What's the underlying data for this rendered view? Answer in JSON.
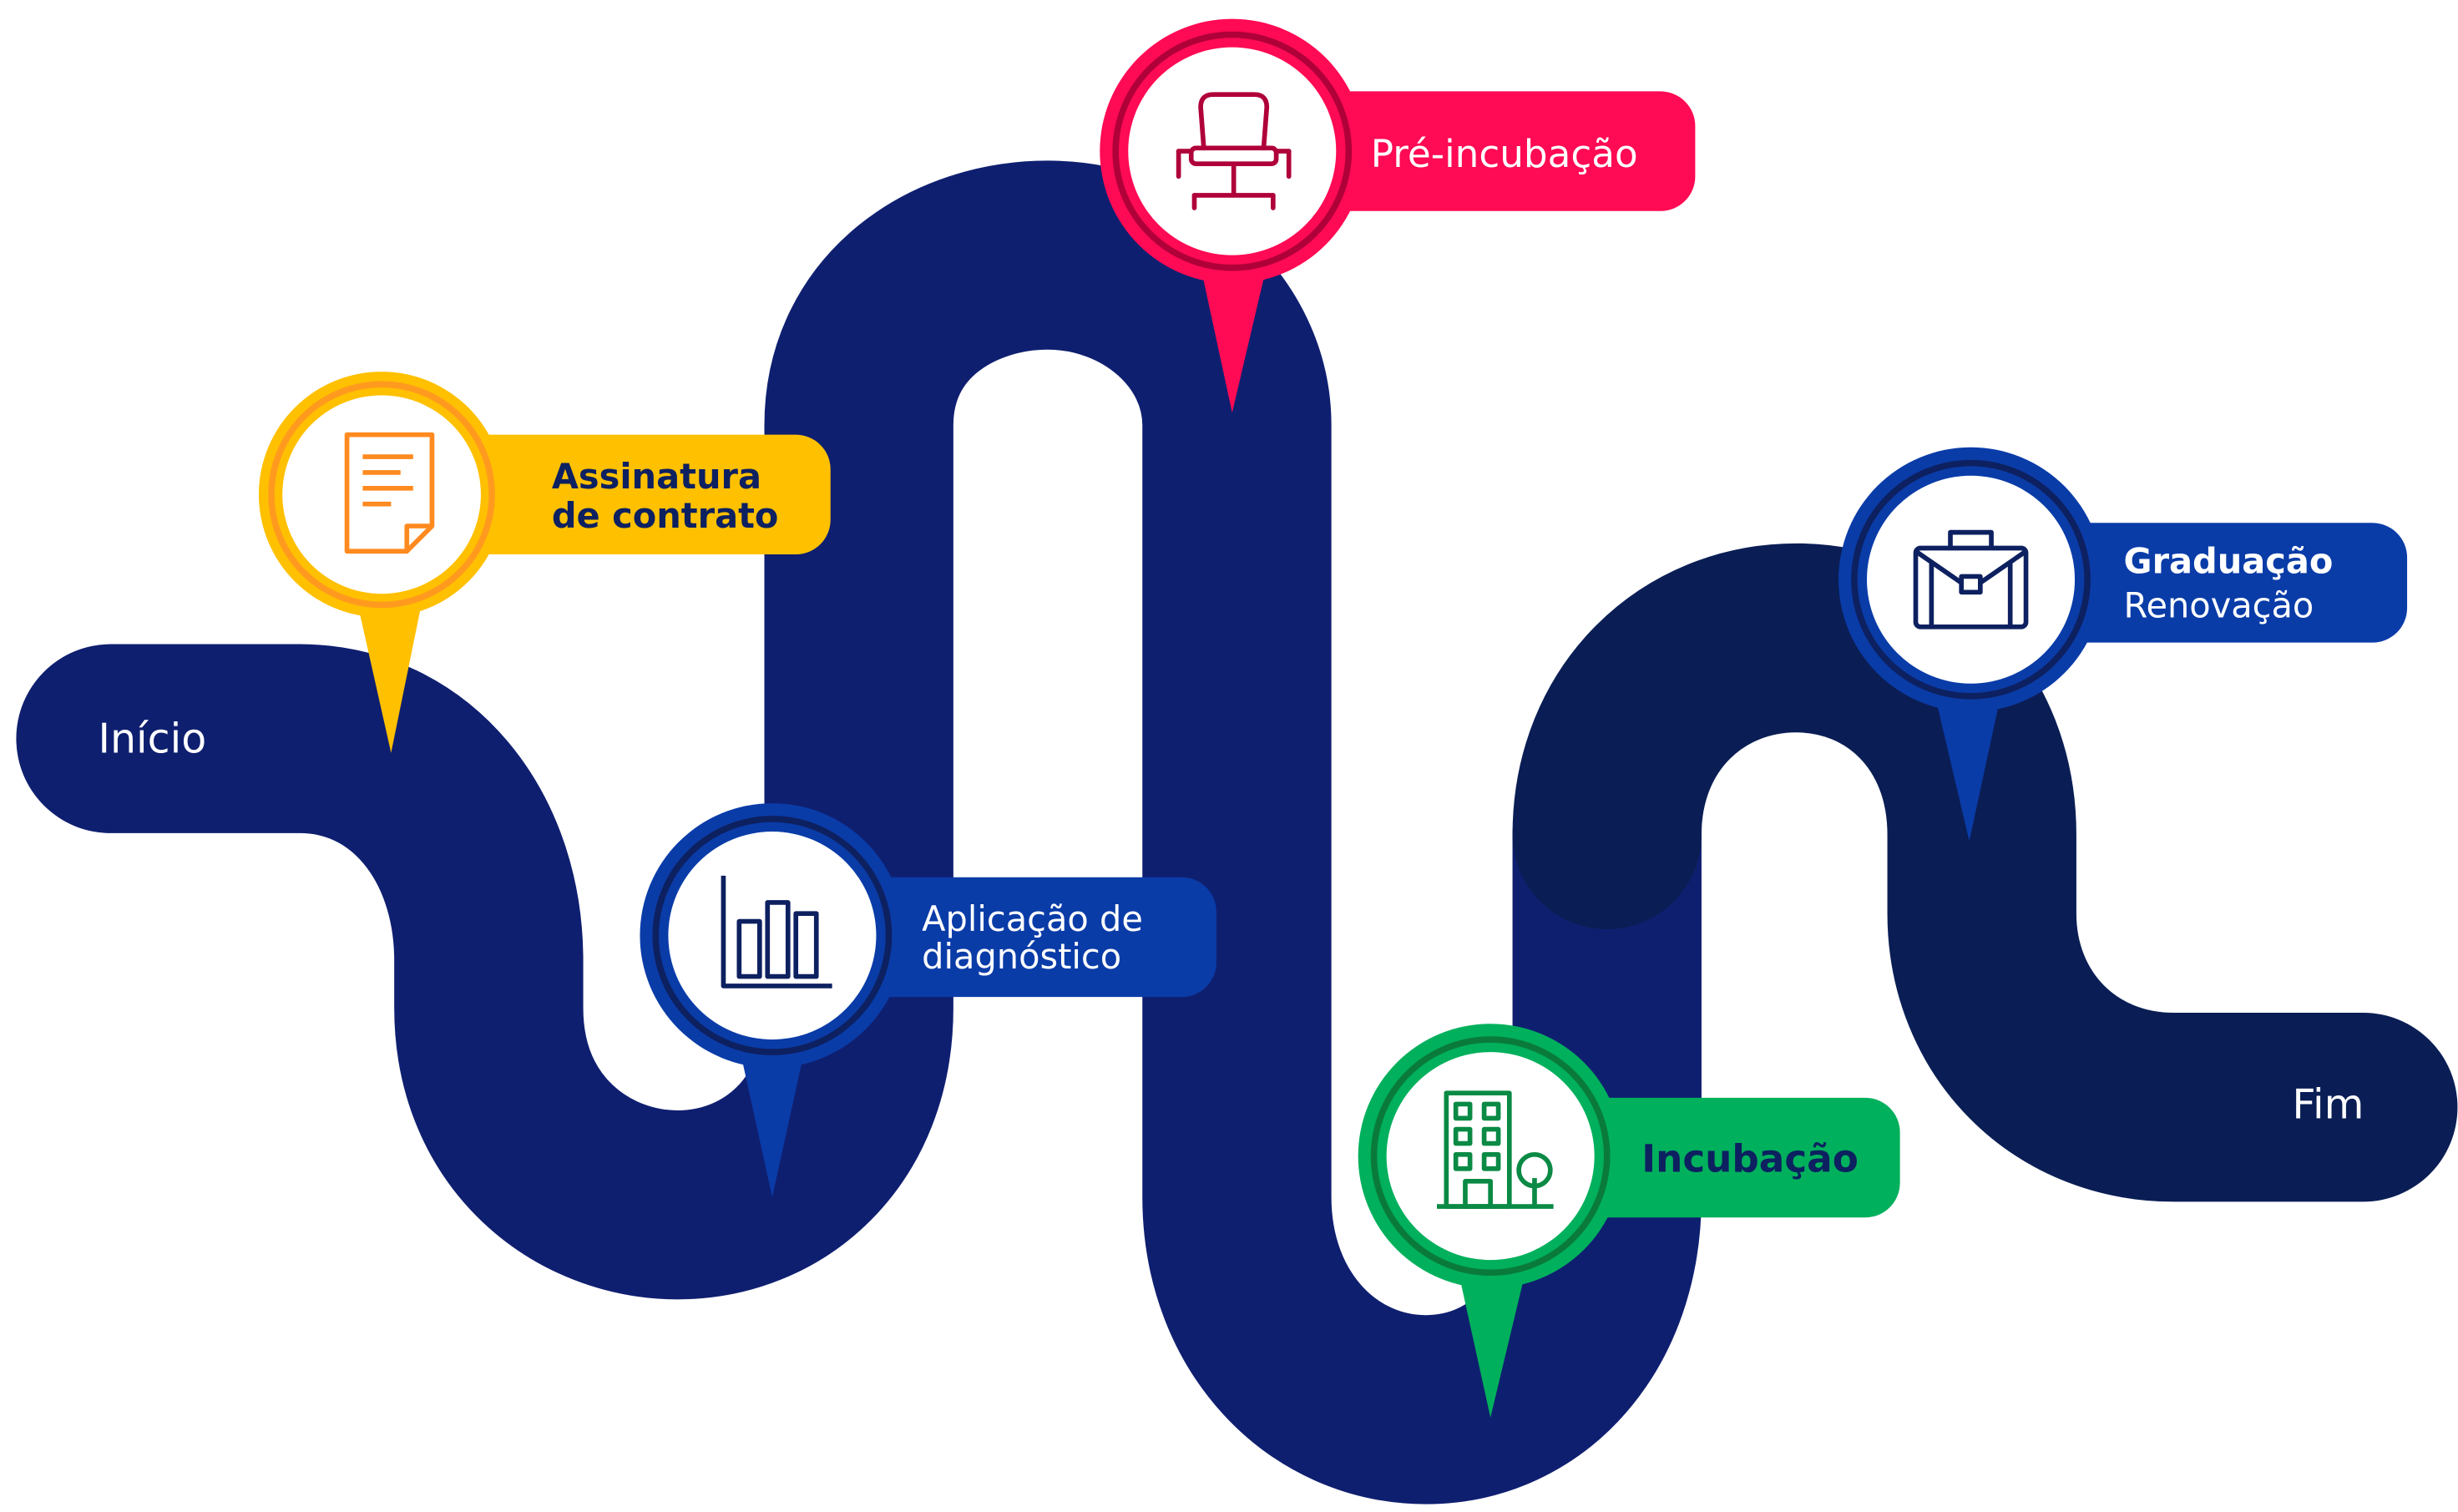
{
  "endpoints": {
    "start_label": "Início",
    "end_label": "Fim"
  },
  "stages": {
    "contract": {
      "line1": "Assinatura",
      "line2": "de contrato",
      "icon": "document-icon",
      "color": "#FFC000"
    },
    "diagnosis": {
      "line1": "Aplicação de",
      "line2": "diagnóstico",
      "icon": "bar-chart-icon",
      "color": "#0A3CA8"
    },
    "pre_incubation": {
      "line1": "Pré-incubação",
      "icon": "office-chair-icon",
      "color": "#FF0A54"
    },
    "incubation": {
      "line1": "Incubação",
      "icon": "building-tree-icon",
      "color": "#00B05C"
    },
    "graduation": {
      "line1": "Graduação",
      "line2": "Renovação",
      "icon": "briefcase-icon",
      "color": "#0A3CA8"
    }
  },
  "colors": {
    "road_primary": "#0F1F70",
    "road_dark": "#0A1E55",
    "icon_navy": "#0D2060"
  }
}
